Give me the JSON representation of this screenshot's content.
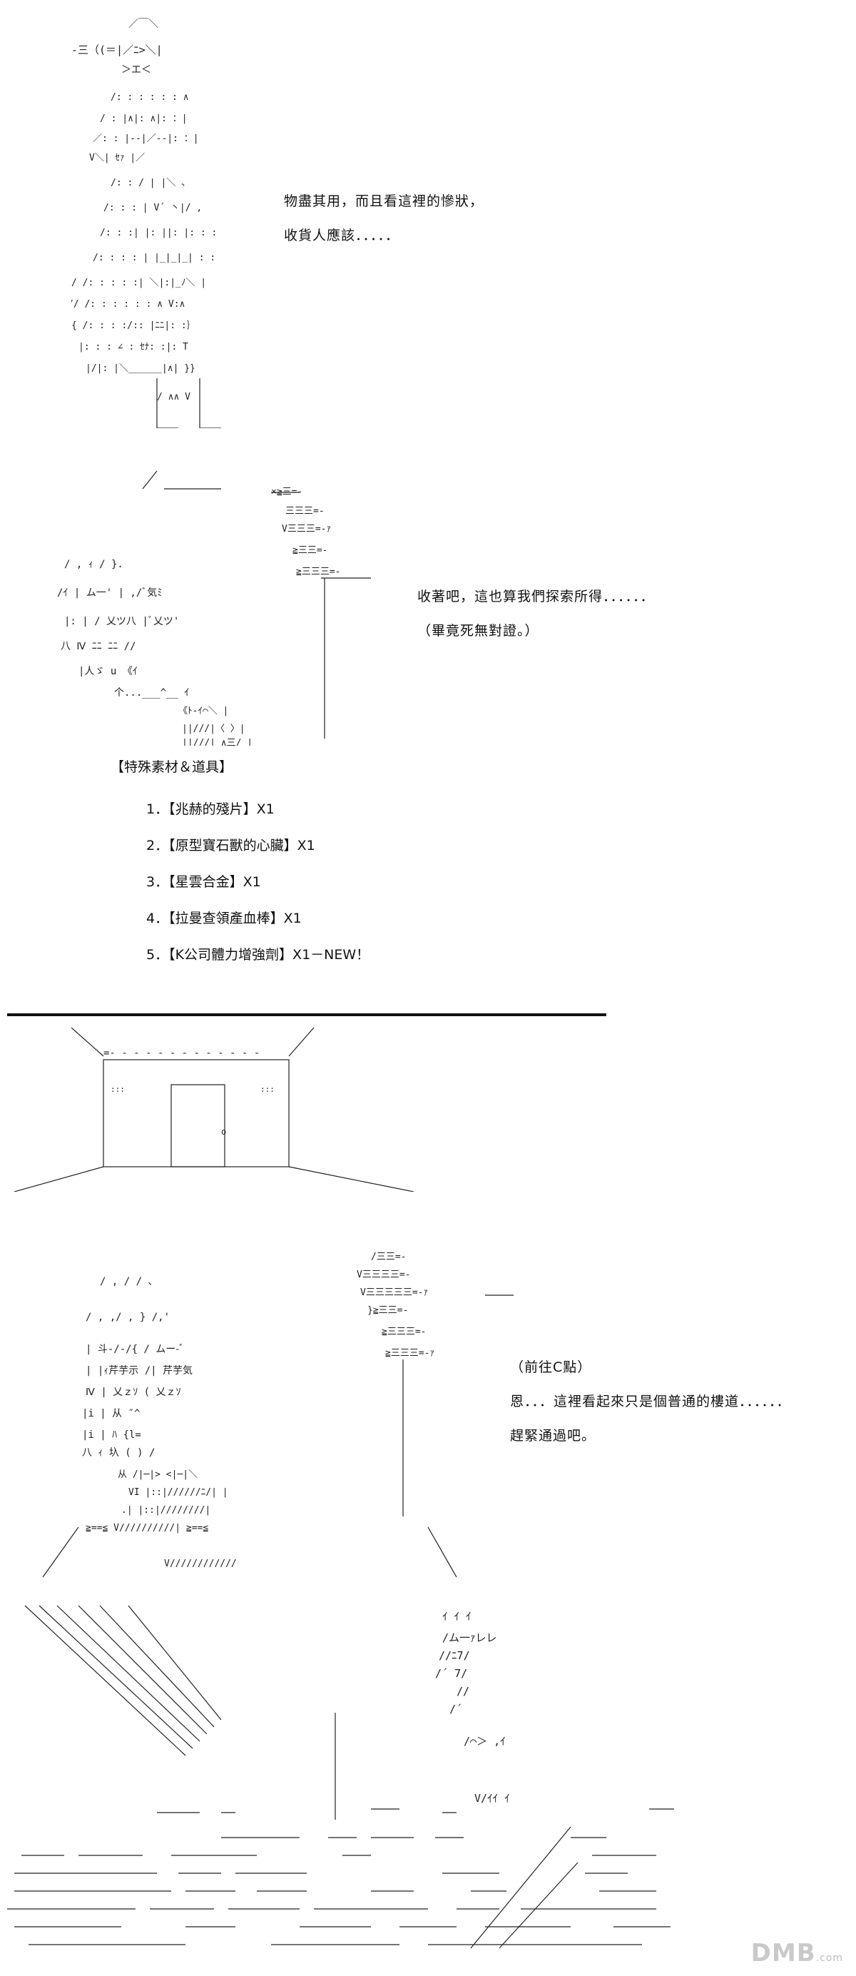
{
  "panel1": {
    "lines": [
      "物盡其用，而且看這裡的慘狀，",
      "收貨人應該．．．．．"
    ]
  },
  "panel2": {
    "lines": [
      "收著吧，這也算我們探索所得．．．．．．",
      "（畢竟死無對證。）"
    ]
  },
  "items": {
    "header": "【特殊素材＆道具】",
    "list": [
      "1．【兆赫的殘片】X1",
      "2．【原型寶石獸的心臟】X1",
      "3．【星雲合金】X1",
      "4．【拉曼查領產血棒】X1",
      "5．【K公司體力增強劑】X1－NEW！"
    ]
  },
  "panel3": {
    "lines": [
      "（前往C點）",
      "恩．．．這裡看起來只是個普通的樓道．．．．．．",
      "趕緊通過吧。"
    ]
  },
  "watermark": {
    "brand": "DMB",
    "suffix": ".com"
  }
}
